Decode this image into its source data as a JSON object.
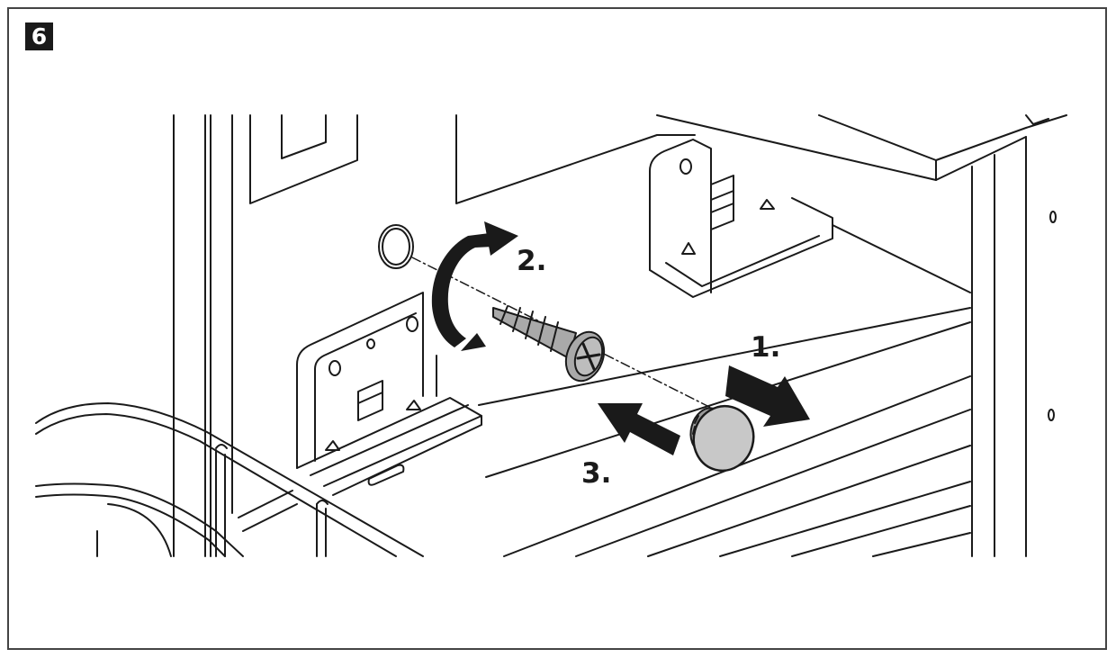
{
  "figure": {
    "step_number": "6",
    "callouts": [
      {
        "id": "step-1",
        "text": "1."
      },
      {
        "id": "step-2",
        "text": "2."
      },
      {
        "id": "step-3",
        "text": "3."
      }
    ]
  },
  "colors": {
    "line": "#1a1a1a",
    "badge_bg": "#1a1a1a",
    "screw_fill": "#a9a9a9",
    "cap_fill": "#c8c8c8",
    "border": "#444444"
  },
  "icons": [
    "screw-icon",
    "cover-cap-icon",
    "rotate-arrow-icon",
    "pull-arrow-icon",
    "push-arrow-icon"
  ]
}
